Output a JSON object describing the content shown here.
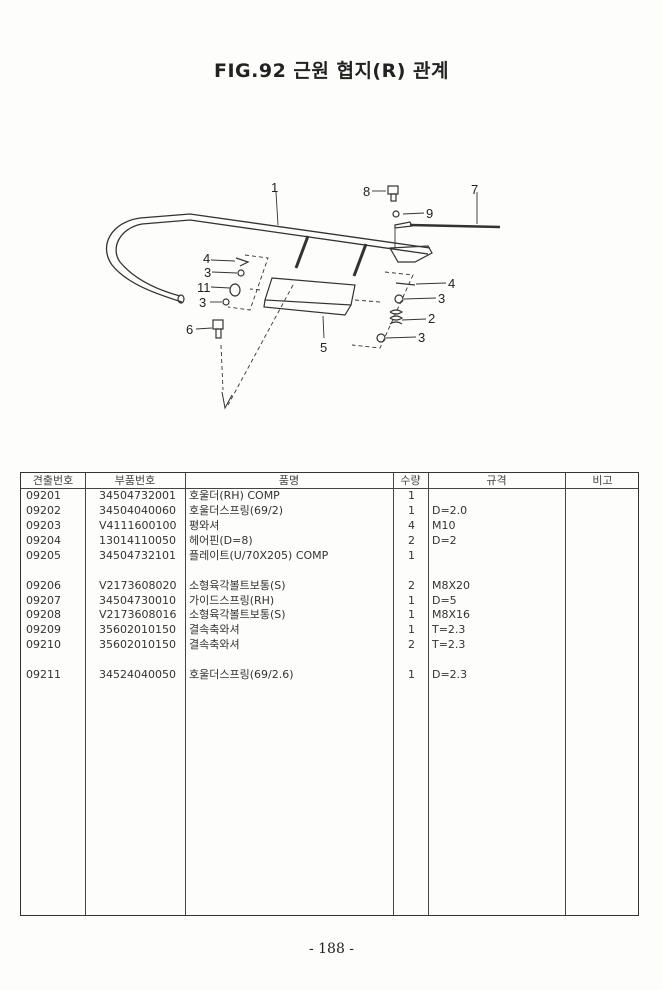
{
  "title": "FIG.92 근원 협지(R) 관계",
  "diagram": {
    "callouts": [
      "1",
      "2",
      "3",
      "3",
      "3",
      "3",
      "4",
      "4",
      "5",
      "6",
      "7",
      "8",
      "9",
      "11"
    ]
  },
  "table": {
    "headers": [
      "견출번호",
      "부품번호",
      "품명",
      "수량",
      "규격",
      "비고"
    ],
    "rows": [
      {
        "ref": "09201",
        "part": "34504732001",
        "name": "호울더(RH) COMP",
        "qty": "1",
        "spec": ""
      },
      {
        "ref": "09202",
        "part": "34504040060",
        "name": "호울더스프링(69/2)",
        "qty": "1",
        "spec": "D=2.0"
      },
      {
        "ref": "09203",
        "part": "V4111600100",
        "name": "평와셔",
        "qty": "4",
        "spec": "M10"
      },
      {
        "ref": "09204",
        "part": "13014110050",
        "name": "헤어핀(D=8)",
        "qty": "2",
        "spec": "D=2"
      },
      {
        "ref": "09205",
        "part": "34504732101",
        "name": "플레이트(U/70X205) COMP",
        "qty": "1",
        "spec": ""
      },
      {
        "ref": "09206",
        "part": "V2173608020",
        "name": "소형육각볼트보통(S)",
        "qty": "2",
        "spec": "M8X20"
      },
      {
        "ref": "09207",
        "part": "34504730010",
        "name": "가이드스프링(RH)",
        "qty": "1",
        "spec": "D=5"
      },
      {
        "ref": "09208",
        "part": "V2173608016",
        "name": "소형육각볼트보통(S)",
        "qty": "1",
        "spec": "M8X16"
      },
      {
        "ref": "09209",
        "part": "35602010150",
        "name": "결속축와셔",
        "qty": "1",
        "spec": "T=2.3"
      },
      {
        "ref": "09210",
        "part": "35602010150",
        "name": "결속축와셔",
        "qty": "2",
        "spec": "T=2.3"
      },
      {
        "ref": "09211",
        "part": "34524040050",
        "name": "호울더스프링(69/2.6)",
        "qty": "1",
        "spec": "D=2.3"
      }
    ]
  },
  "page_number": "- 188 -"
}
